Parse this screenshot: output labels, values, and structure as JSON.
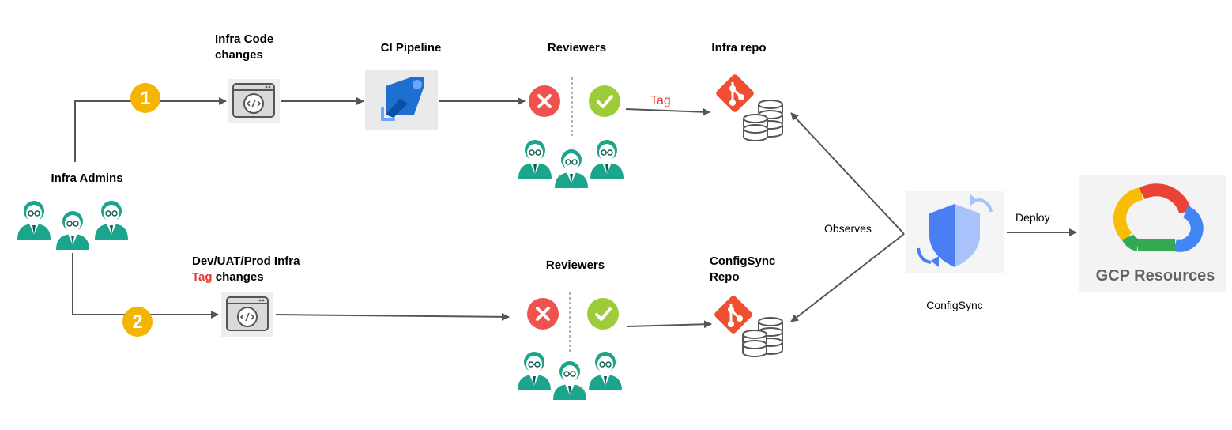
{
  "nodes": {
    "infra_admins": "Infra Admins",
    "infra_code_changes": "Infra Code changes",
    "ci_pipeline": "CI Pipeline",
    "reviewers_top": "Reviewers",
    "infra_repo": "Infra repo",
    "tag_changes_prefix": "Dev/UAT/Prod Infra",
    "tag_changes_highlight": "Tag",
    "tag_changes_suffix": "changes",
    "reviewers_bottom": "Reviewers",
    "configsync_repo": "ConfigSync Repo",
    "configsync": "ConfigSync",
    "gcp_resources": "GCP Resources"
  },
  "edges": {
    "tag": "Tag",
    "observes": "Observes",
    "deploy": "Deploy"
  },
  "steps": [
    "1",
    "2"
  ],
  "colors": {
    "arrow": "#555555",
    "step_badge": "#f4b400",
    "reject": "#ef5350",
    "approve": "#9ccc3a",
    "person": "#1aa58c",
    "git": "#f04f2f",
    "tag_text": "#e53935",
    "pipeline_blue": "#1f6fd1",
    "shield_blue": "#4c7ef3"
  },
  "icons": [
    "code-window-icon",
    "azure-pipelines-icon",
    "reject-icon",
    "approve-icon",
    "person-icon",
    "git-icon",
    "database-icon",
    "configsync-shield-icon",
    "gcp-cloud-icon",
    "step-badge-icon"
  ]
}
